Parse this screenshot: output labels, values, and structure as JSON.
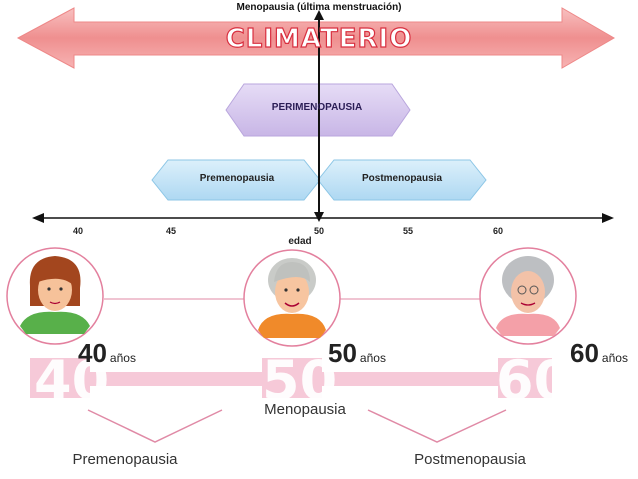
{
  "title": "Menopausia (última menstruación)",
  "banner": "CLIMATERIO",
  "perimenopause": "PERIMENOPAUSIA",
  "premenopause": "Premenopausia",
  "postmenopause": "Postmenopausia",
  "axis": {
    "ticks": [
      "40",
      "45",
      "50",
      "55",
      "60"
    ],
    "label": "edad"
  },
  "ages": [
    {
      "value": "40",
      "unit": "años"
    },
    {
      "value": "50",
      "unit": "años"
    },
    {
      "value": "60",
      "unit": "años"
    }
  ],
  "band_numbers": [
    "40",
    "50",
    "60"
  ],
  "bottom": {
    "menopause": "Menopausia",
    "premenopause": "Premenopausia",
    "postmenopause": "Postmenopausia"
  },
  "colors": {
    "banner_arrow": "#f29a9a",
    "banner_text_stroke": "#d83040",
    "perimenopause_fill": "#d3c4ec",
    "pre_post_fill": "#bfe2f7",
    "pink_band": "#f6c9d8",
    "connector": "#e08aa6"
  }
}
